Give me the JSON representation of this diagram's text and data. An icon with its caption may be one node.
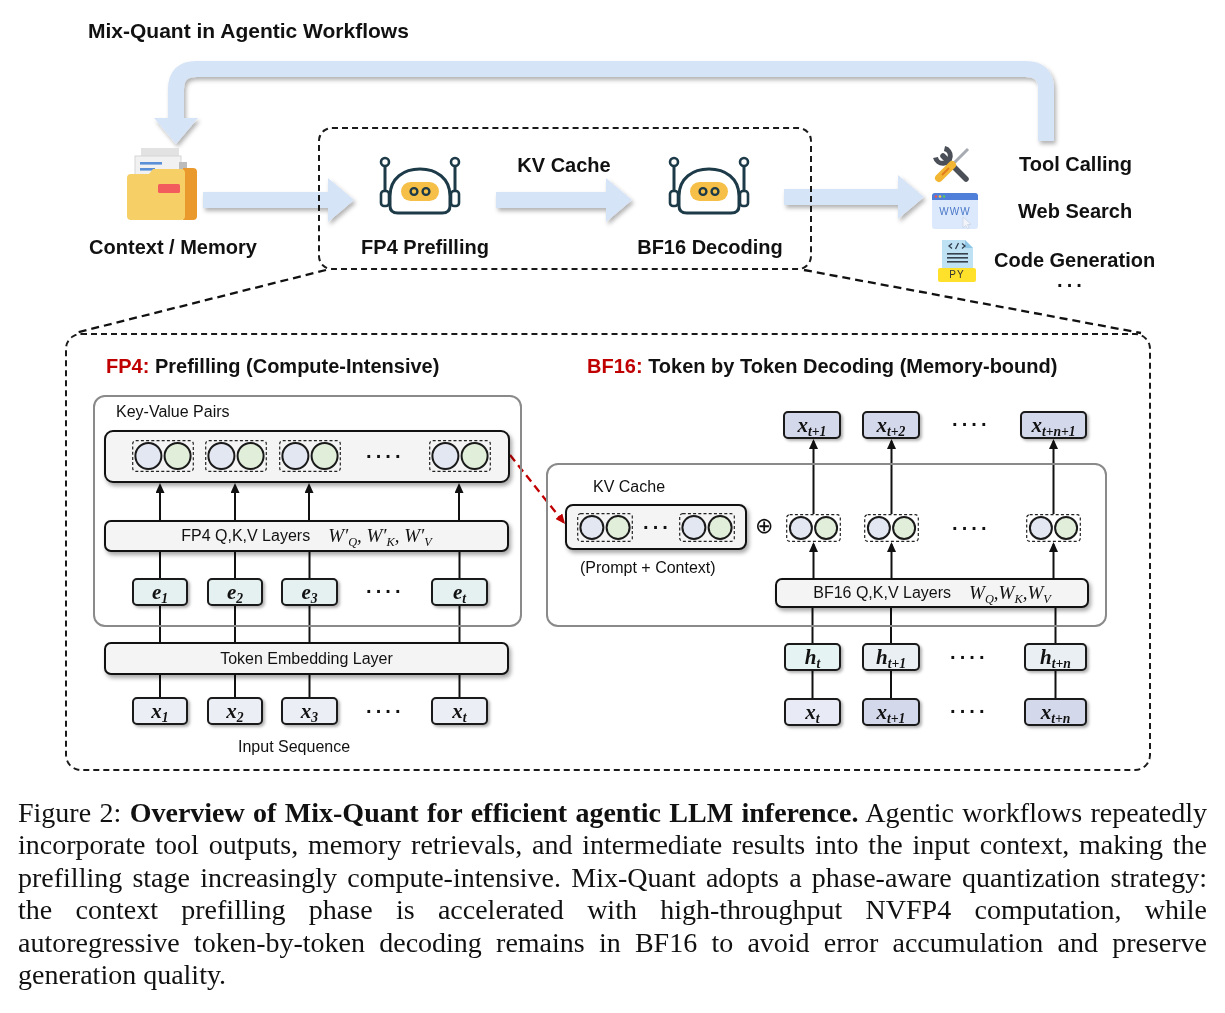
{
  "diagram": {
    "title": "Mix-Quant in Agentic Workflows",
    "caption": "Figure 2: **Overview of Mix-Quant for efficient agentic LLM inference.** Agentic workflows repeatedly incorporate tool outputs, memory retrievals, and intermediate results into the input context, making the prefilling stage increasingly compute-intensive. Mix-Quant adopts a phase-aware quantization strategy: the context prefilling phase is accelerated with high-throughput NVFP4 computation, while autoregressive token-by-token decoding remains in BF16 to avoid error accumulation and preserve generation quality.",
    "nodes": [
      {
        "text": [
          "Context / Memory"
        ]
      },
      {
        "text": [],
        "shape": "box"
      },
      {
        "text": [
          "FP4 Prefilling"
        ],
        "in": 1
      },
      {
        "text": [
          "BF16 Decoding"
        ],
        "in": 1
      },
      {
        "text": [
          "Tool Calling"
        ]
      },
      {
        "text": [
          "WWW",
          "Web Search"
        ]
      },
      {
        "text": [
          "PY",
          "Code Generation"
        ]
      },
      {
        "text": [
          "FP4: Prefilling (Compute-Intensive)",
          "BF16: Token by Token Decoding (Memory-bound)"
        ]
      },
      {
        "text": [
          "Key-Value Pairs"
        ],
        "in": 7
      },
      {
        "text": [],
        "shape": "box",
        "in": 8
      },
      {
        "text": [
          "FP4 Q,K,V Layers",
          "W′$_{Q}$, W′$_{K}$, W′$_{V}$"
        ],
        "in": 8
      },
      {
        "text": [
          "e$_{1}$"
        ],
        "in": 8
      },
      {
        "text": [
          "e$_{2}$"
        ],
        "in": 8
      },
      {
        "text": [
          "e$_{3}$"
        ],
        "in": 8
      },
      {
        "text": [
          "e$_{t}$"
        ],
        "in": 8
      },
      {
        "text": [
          "Token Embedding Layer"
        ],
        "in": 7
      },
      {
        "text": [
          "x$_{1}$"
        ],
        "in": 7
      },
      {
        "text": [
          "x$_{2}$"
        ],
        "in": 7
      },
      {
        "text": [
          "x$_{3}$"
        ],
        "in": 7
      },
      {
        "text": [
          "x$_{t}$"
        ],
        "in": 7
      },
      {
        "text": [
          "x$_{t+1}$"
        ],
        "in": 7
      },
      {
        "text": [
          "x$_{t+2}$"
        ],
        "in": 7
      },
      {
        "text": [
          "x$_{t+n+1}$"
        ],
        "in": 7
      },
      {
        "text": [],
        "shape": "box",
        "in": 7
      },
      {
        "text": [
          "KV Cache"
        ],
        "beside": [
          "(Prompt + Context)"
        ],
        "in": 23
      },
      {
        "text": [],
        "shape": "box",
        "in": 23
      },
      {
        "text": [],
        "shape": "box",
        "in": 23
      },
      {
        "text": [],
        "shape": "box",
        "in": 23
      },
      {
        "text": [
          "BF16 Q,K,V Layers",
          "W$_{Q}$,W$_{K}$,W$_{V}$"
        ],
        "in": 23
      },
      {
        "text": [
          "h$_{t}$"
        ],
        "in": 7
      },
      {
        "text": [
          "h$_{t+1}$"
        ],
        "in": 7
      },
      {
        "text": [
          "h$_{t+n}$"
        ],
        "in": 7
      },
      {
        "text": [
          "x$_{t}$"
        ],
        "in": 7
      },
      {
        "text": [
          "x$_{t+1}$"
        ],
        "in": 7
      },
      {
        "text": [
          "x$_{t+n}$"
        ],
        "in": 7
      }
    ],
    "edges": [
      {
        "from": 0,
        "to": 2,
        "arrow": "to",
        "style": "thick",
        "color": "#d6e4f7"
      },
      {
        "from": 2,
        "to": 3,
        "arrow": "to",
        "label": "KV Cache",
        "style": "thick",
        "color": "#d6e4f7"
      },
      {
        "from": 3,
        "to": 5,
        "arrow": "to",
        "style": "thick",
        "color": "#d6e4f7"
      },
      {
        "from": 4,
        "to": 0,
        "arrow": "to",
        "style": "thick",
        "color": "#d6e4f7"
      },
      {
        "from": 1,
        "to": 7,
        "arrow": "none",
        "style": "dashed"
      },
      {
        "from": 1,
        "to": 7,
        "arrow": "none",
        "style": "dashed"
      },
      {
        "from": 16,
        "to": 15,
        "arrow": "none"
      },
      {
        "from": 15,
        "to": 11,
        "arrow": "none"
      },
      {
        "from": 11,
        "to": 10,
        "arrow": "none"
      },
      {
        "from": 10,
        "to": 9,
        "arrow": "to"
      },
      {
        "from": 17,
        "to": 15,
        "arrow": "none"
      },
      {
        "from": 15,
        "to": 12,
        "arrow": "none"
      },
      {
        "from": 12,
        "to": 10,
        "arrow": "none"
      },
      {
        "from": 10,
        "to": 9,
        "arrow": "to"
      },
      {
        "from": 18,
        "to": 15,
        "arrow": "none"
      },
      {
        "from": 15,
        "to": 13,
        "arrow": "none"
      },
      {
        "from": 13,
        "to": 10,
        "arrow": "none"
      },
      {
        "from": 10,
        "to": 9,
        "arrow": "to"
      },
      {
        "from": 19,
        "to": 15,
        "arrow": "none"
      },
      {
        "from": 15,
        "to": 14,
        "arrow": "none"
      },
      {
        "from": 14,
        "to": 10,
        "arrow": "none"
      },
      {
        "from": 10,
        "to": 9,
        "arrow": "to"
      },
      {
        "from": 9,
        "to": 24,
        "arrow": "to",
        "style": "dashed",
        "color": "#c00000"
      },
      {
        "from": 32,
        "to": 29,
        "arrow": "none"
      },
      {
        "from": 29,
        "to": 28,
        "arrow": "none"
      },
      {
        "from": 28,
        "to": 25,
        "arrow": "to"
      },
      {
        "from": 25,
        "to": 20,
        "arrow": "to"
      },
      {
        "from": 33,
        "to": 30,
        "arrow": "none"
      },
      {
        "from": 30,
        "to": 28,
        "arrow": "none"
      },
      {
        "from": 28,
        "to": 26,
        "arrow": "to"
      },
      {
        "from": 26,
        "to": 21,
        "arrow": "to"
      },
      {
        "from": 34,
        "to": 31,
        "arrow": "none"
      },
      {
        "from": 31,
        "to": 28,
        "arrow": "none"
      },
      {
        "from": 28,
        "to": 27,
        "arrow": "to"
      },
      {
        "from": 27,
        "to": 22,
        "arrow": "to"
      }
    ],
    "labels": [
      "···",
      "····",
      "····",
      "····",
      "Input Sequence",
      "····",
      "···",
      "⊕",
      "····",
      "····",
      "····"
    ]
  }
}
